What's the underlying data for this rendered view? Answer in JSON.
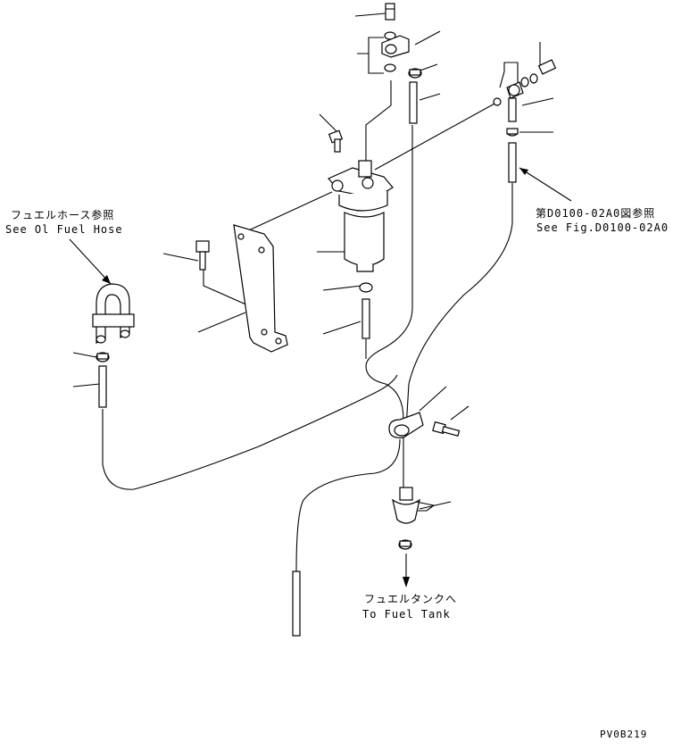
{
  "labels": {
    "fuel_hose_jp": "フュエルホース参照",
    "fuel_hose_en": "See Ol Fuel Hose",
    "fig_ref_jp": "第D0100-02A0図参照",
    "fig_ref_en": "See Fig.D0100-02A0",
    "fuel_tank_jp": "フュエルタンクへ",
    "fuel_tank_en": "To Fuel Tank",
    "drawing_code": "PV0B219"
  }
}
